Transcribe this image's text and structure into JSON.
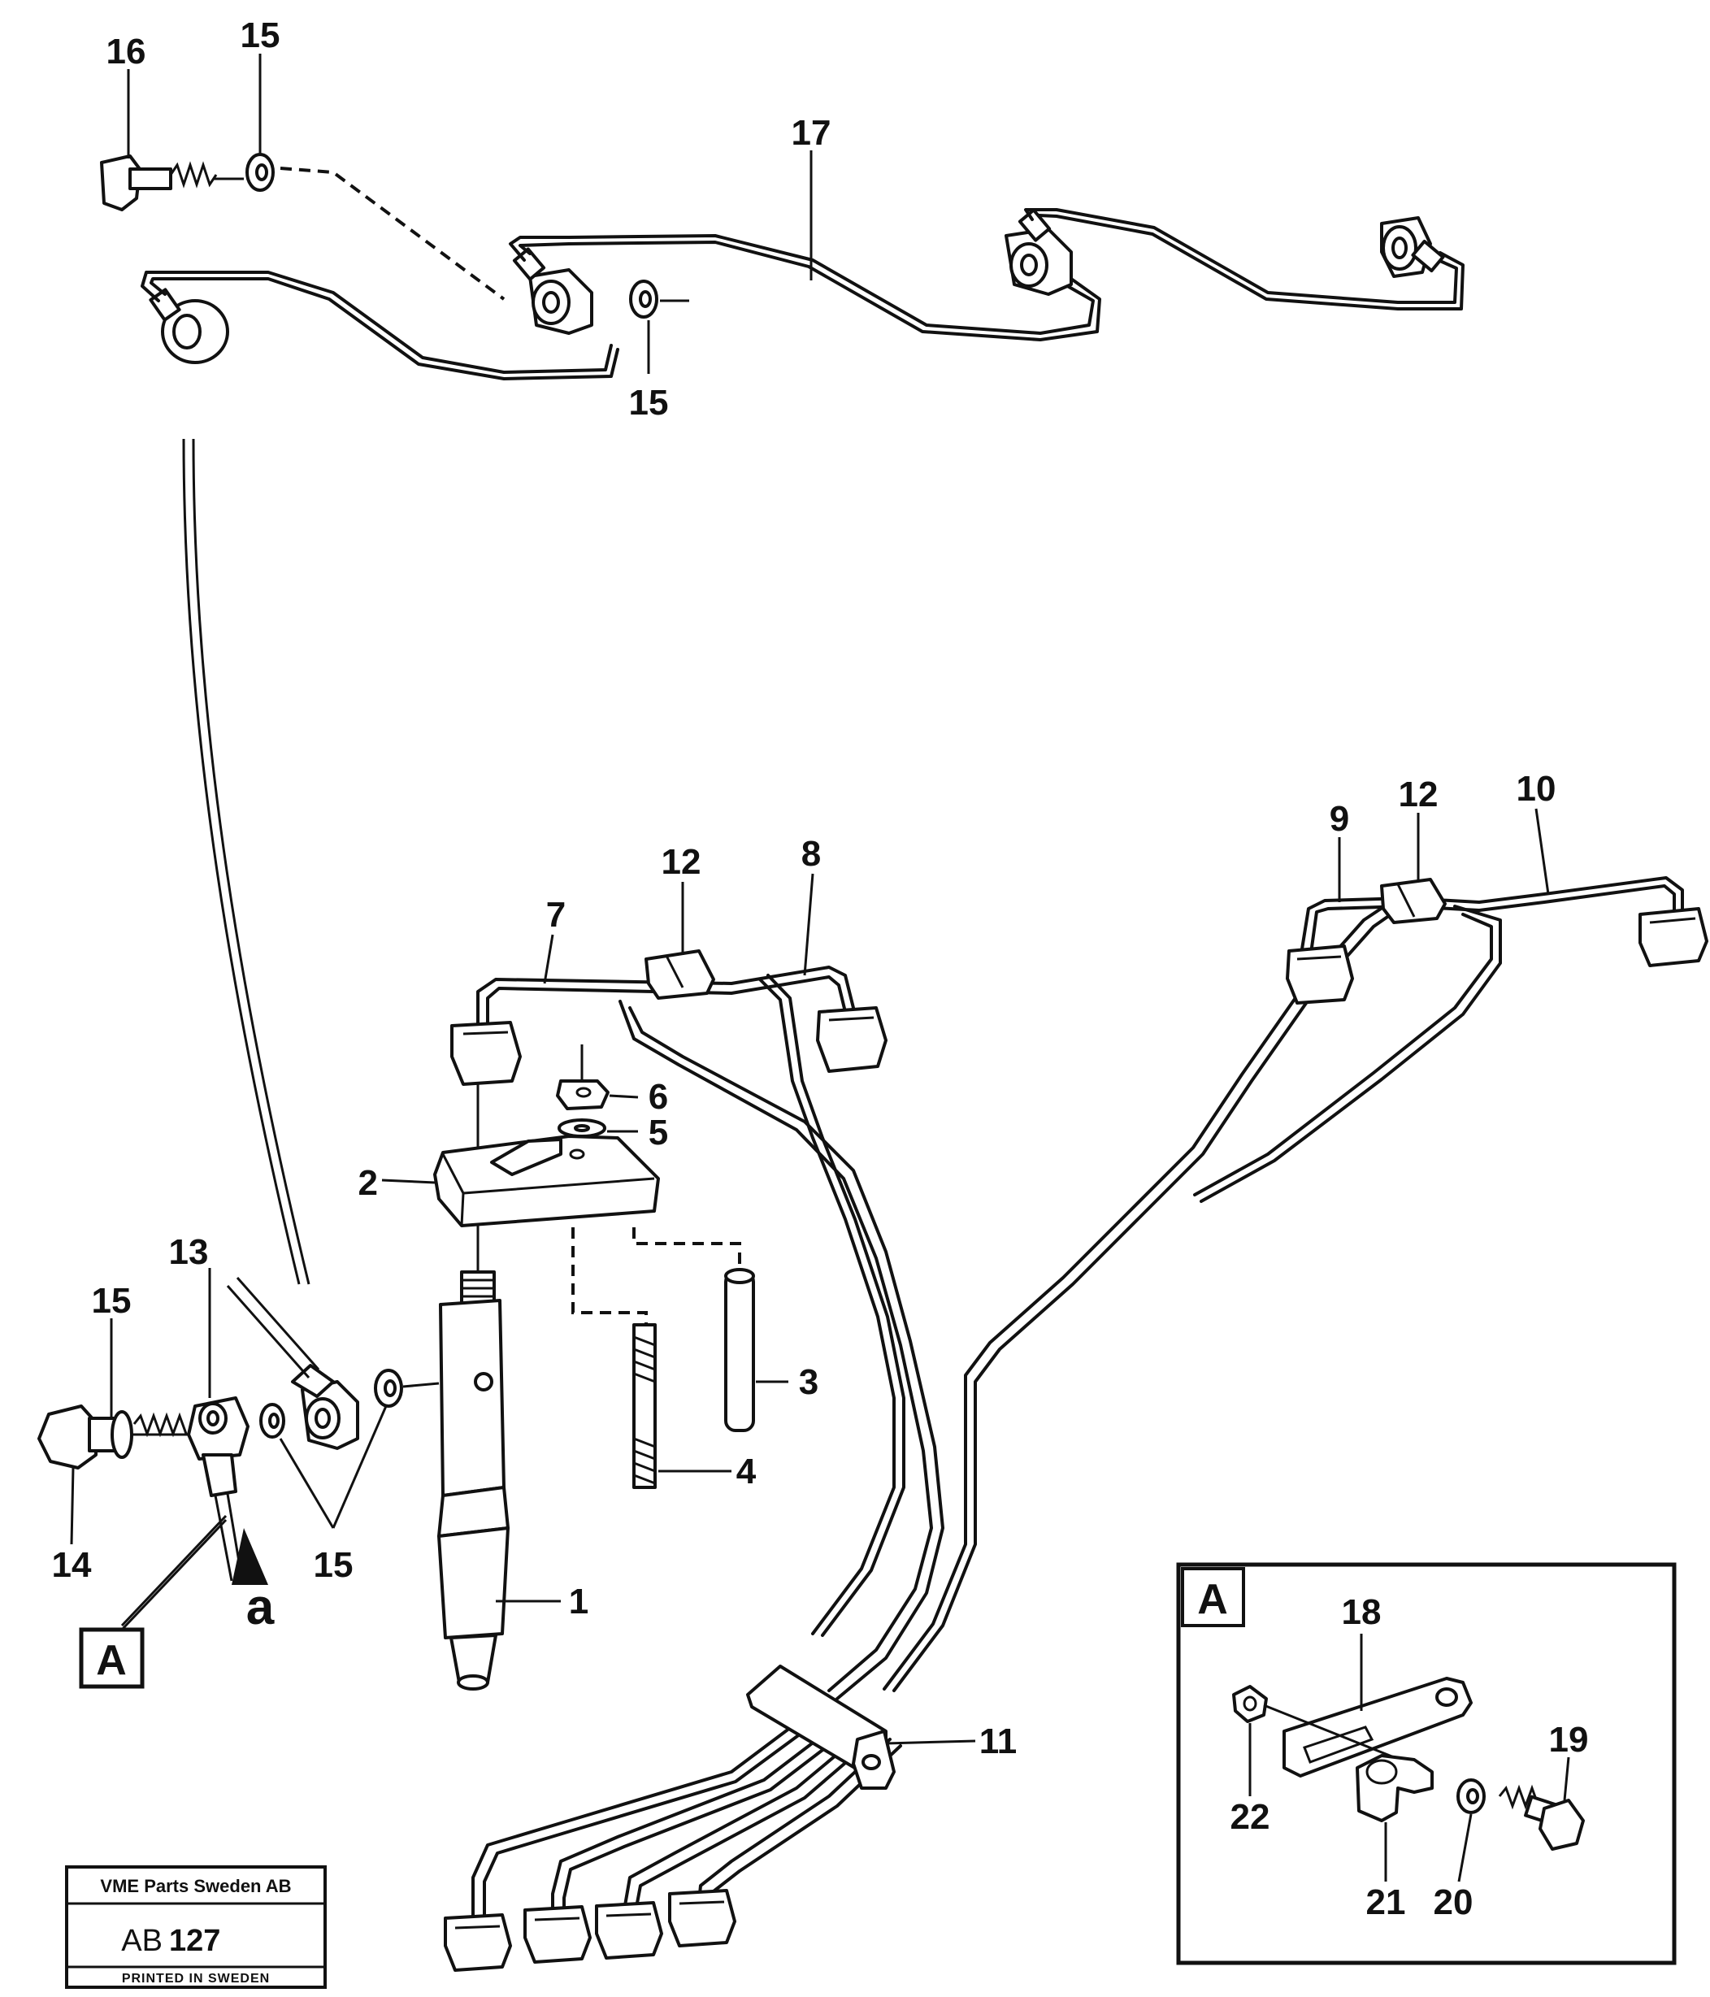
{
  "callouts": {
    "c1": "1",
    "c2": "2",
    "c3": "3",
    "c4": "4",
    "c5": "5",
    "c6": "6",
    "c7": "7",
    "c8": "8",
    "c9": "9",
    "c10": "10",
    "c11": "11",
    "c12a": "12",
    "c12b": "12",
    "c13": "13",
    "c14": "14",
    "c15a": "15",
    "c15b": "15",
    "c15c": "15",
    "c15d": "15",
    "c16": "16",
    "c17": "17",
    "c18": "18",
    "c19": "19",
    "c20": "20",
    "c21": "21",
    "c22": "22"
  },
  "view_marker": "a",
  "detail_box_label": "A",
  "detail_ref_label": "A",
  "stamp": {
    "company": "VME Parts Sweden AB",
    "code_prefix": "AB",
    "code_number": "127",
    "footer": "PRINTED IN SWEDEN"
  }
}
